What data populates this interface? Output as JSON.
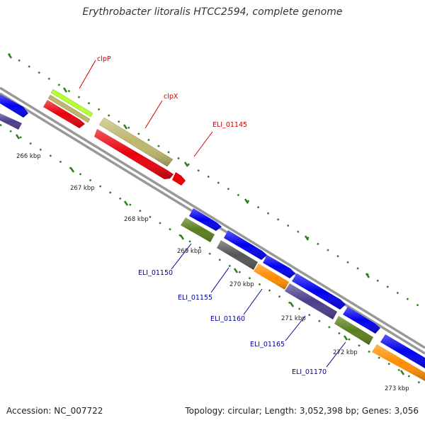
{
  "title": "Erythrobacter litoralis HTCC2594, complete genome",
  "footer": {
    "accession": "Accession: NC_007722",
    "topology": "Topology: circular; Length: 3,052,398 bp; Genes: 3,056"
  },
  "colors": {
    "forward_label": "#cc0000",
    "reverse_label": "#000099",
    "backbone": "#999999",
    "tick": "#2e7d1f"
  },
  "scale_labels": [
    "266 kbp",
    "267 kbp",
    "268 kbp",
    "269 kbp",
    "270 kbp",
    "271 kbp",
    "272 kbp",
    "273 kbp"
  ],
  "gene_labels": {
    "forward": [
      "clpP",
      "clpX",
      "ELI_01145"
    ],
    "reverse": [
      "ELI_01150",
      "ELI_01155",
      "ELI_01160",
      "ELI_01165",
      "ELI_01170"
    ]
  }
}
